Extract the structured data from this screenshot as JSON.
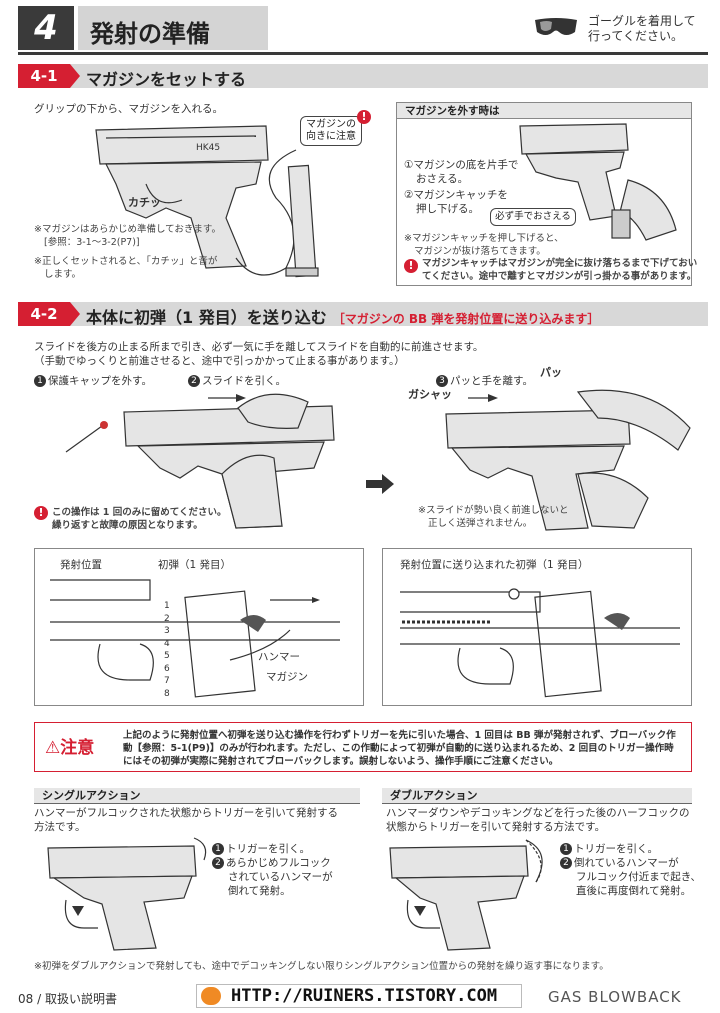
{
  "header": {
    "chapter_number": "4",
    "chapter_title": "発射の準備",
    "goggle_note_line1": "ゴーグルを着用して",
    "goggle_note_line2": "行ってください。"
  },
  "section1": {
    "tag": "4-1",
    "title": "マガジンをセットする",
    "intro": "グリップの下から、マガジンを入れる。",
    "click_sound": "カチッ",
    "callout_line1": "マガジンの",
    "callout_line2": "向きに注意",
    "note1_line1": "※マガジンはあらかじめ準備しておきます。",
    "note1_line2": "[参照：3-1～3-2(P7)]",
    "note2_line1": "※正しくセットされると、「カチッ」と音が",
    "note2_line2": "します。",
    "remove_panel": {
      "heading": "マガジンを外す時は",
      "step1_line1": "①マガジンの底を片手で",
      "step1_line2": "おさえる。",
      "step2_line1": "②マガジンキャッチを",
      "step2_line2": "押し下げる。",
      "callout": "必ず手でおさえる",
      "note_line1": "※マガジンキャッチを押し下げると、",
      "note_line2": "マガジンが抜け落ちてきます。",
      "warning_line1": "マガジンキャッチはマガジンが完全に抜け落ちるまで下げておい",
      "warning_line2": "てください。途中で離すとマガジンが引っ掛かる事があります。"
    }
  },
  "section2": {
    "tag": "4-2",
    "title": "本体に初弾（1 発目）を送り込む",
    "subtitle": "［マガジンの BB 弾を発射位置に送り込みます］",
    "intro_line1": "スライドを後方の止まる所まで引き、必ず一気に手を離してスライドを自動的に前進させます。",
    "intro_line2": "（手動でゆっくりと前進させると、途中で引っかかって止まる事があります。）",
    "step1": "保護キャップを外す。",
    "step2": "スライドを引く。",
    "step3": "パッと手を離す。",
    "sound_pa": "パッ",
    "sound_gashan": "ガシャッ",
    "once_warning_line1": "この操作は 1 回のみに留めてください。",
    "once_warning_line2": "繰り返すと故障の原因となります。",
    "slide_note_line1": "※スライドが勢い良く前進しないと",
    "slide_note_line2": "正しく送弾されません。",
    "diagram_left": {
      "label_fire_position": "発射位置",
      "label_first_round": "初弾（1 発目）",
      "label_hammer": "ハンマー",
      "label_magazine": "マガジン"
    },
    "diagram_right": {
      "label": "発射位置に送り込まれた初弾（1 発目）"
    }
  },
  "caution": {
    "label": "注意",
    "text": "上記のように発射位置へ初弾を送り込む操作を行わずトリガーを先に引いた場合、1 回目は BB 弾が発射されず、ブローバック作動【参照：5-1(P9)】のみが行われます。ただし、この作動によって初弾が自動的に送り込まれるため、2 回目のトリガー操作時にはその初弾が実際に発射されてブローバックします。誤射しないよう、操作手順にご注意ください。"
  },
  "single_action": {
    "heading": "シングルアクション",
    "desc_line1": "ハンマーがフルコックされた状態からトリガーを引いて発射する",
    "desc_line2": "方法です。",
    "step1": "トリガーを引く。",
    "step2_line1": "あらかじめフルコック",
    "step2_line2": "されているハンマーが",
    "step2_line3": "倒れて発射。"
  },
  "double_action": {
    "heading": "ダブルアクション",
    "desc_line1": "ハンマーダウンやデコッキングなどを行った後のハーフコックの",
    "desc_line2": "状態からトリガーを引いて発射する方法です。",
    "step1": "トリガーを引く。",
    "step2_line1": "倒れているハンマーが",
    "step2_line2": "フルコック付近まで起き、",
    "step2_line3": "直後に再度倒れて発射。"
  },
  "bottom_note": "※初弾をダブルアクションで発射しても、途中でデコッキングしない限りシングルアクション位置からの発射を繰り返す事になります。",
  "footer": {
    "page_label": "08 / 取扱い説明書",
    "product_label": "GAS BLOWBACK",
    "watermark": "HTTP://RUINERS.TISTORY.COM"
  },
  "pistol_marking": "HK45",
  "magazine_numbers": [
    "1",
    "2",
    "3",
    "4",
    "5",
    "6",
    "7",
    "8"
  ],
  "colors": {
    "accent_red": "#d51f32",
    "dark_gray": "#3a3a3a",
    "light_gray": "#d8d8d8"
  }
}
